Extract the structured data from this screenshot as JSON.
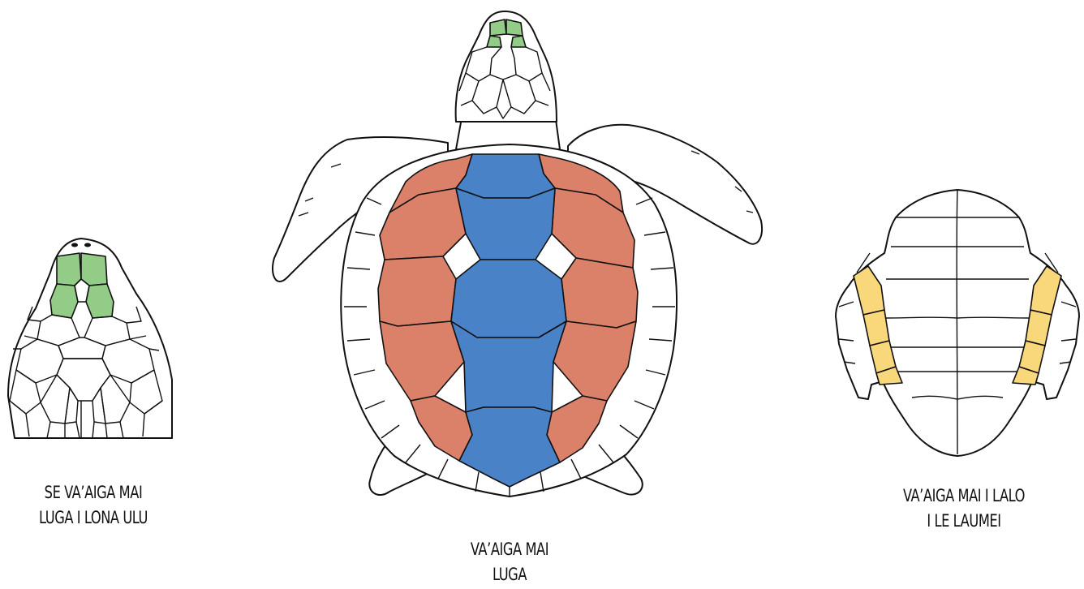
{
  "colors": {
    "prefrontal": "#93cc86",
    "vertebral": "#4a82c8",
    "costal": "#db8169",
    "inframarginal": "#f9d77b",
    "outline": "#111111",
    "background": "#ffffff"
  },
  "head_view": {
    "caption_line1": "SE VA’AIGA MAI",
    "caption_line2": "LUGA I LONA ULU"
  },
  "top_view": {
    "caption_line1": "VA’AIGA MAI",
    "caption_line2": "LUGA"
  },
  "bottom_view": {
    "caption_line1": "VA’AIGA MAI I LALO",
    "caption_line2": "I LE LAUMEI"
  }
}
